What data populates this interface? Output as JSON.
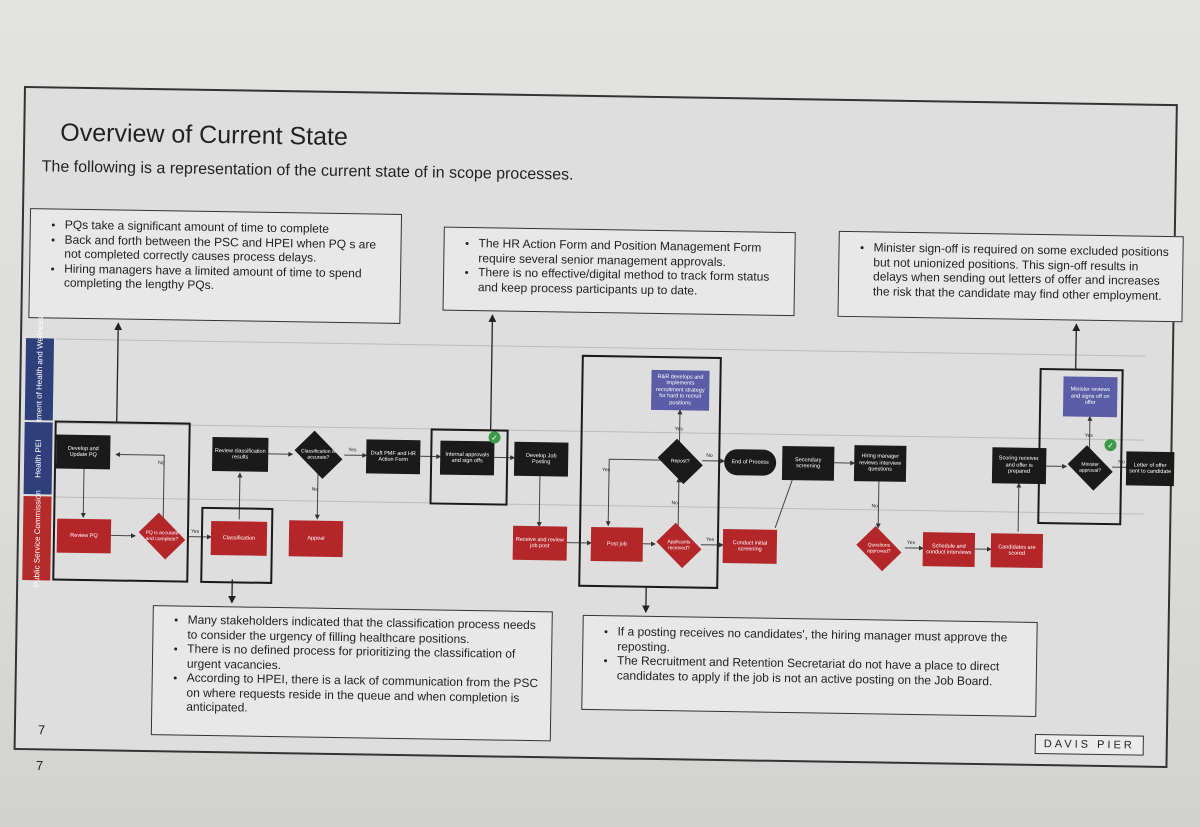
{
  "title": "Overview of Current State",
  "subtitle": "The following is a representation of the current state of in scope processes.",
  "callouts": {
    "top_left": [
      "PQs take a significant amount of time to complete",
      "Back and forth between the PSC and HPEI when PQ s are not completed correctly causes process delays.",
      "Hiring managers have a limited amount of time to spend completing the lengthy PQs."
    ],
    "top_middle": [
      "The HR Action Form and Position Management Form require several senior management approvals.",
      "There is no effective/digital method to track form status and keep process participants up to date."
    ],
    "top_right": [
      "Minister sign-off is required on some excluded positions but not unionized positions. This sign-off results in delays when sending out letters of offer and increases the risk that the candidate may find other employment."
    ],
    "bottom_left": [
      "Many stakeholders indicated that the classification process needs to consider the urgency of filling healthcare positions.",
      "There is no defined process for prioritizing the classification of urgent vacancies.",
      "According to HPEI, there is a lack of communication from the PSC on where requests reside in the queue and when completion is anticipated."
    ],
    "bottom_right": [
      "If a posting receives no candidates', the hiring manager must approve the reposting.",
      "The Recruitment and Retention Secretariat do not have a place to direct candidates to apply if the job is not an active posting on the Job Board."
    ]
  },
  "lanes": {
    "dhw": "Department of Health and Wellness",
    "hpei": "Health PEI",
    "psc": "Public Service Commission"
  },
  "nodes": {
    "develop_pq": "Develop and Update PQ",
    "review_pq": "Review PQ",
    "pq_accurate": "PQ is accurate and complete?",
    "review_class": "Review classification results",
    "classification": "Classification",
    "class_accurate": "Classification is accurate?",
    "appeal": "Appeal",
    "draft_pmf": "Draft PMF and HR Action Form",
    "internal_approvals": "Internal approvals and sign offs",
    "develop_posting": "Develop Job Posting",
    "receive_posting": "Receive and review job post",
    "rrs_develop": "R&R develops and implements recruitment strategy for hard to recruit positions",
    "repost": "Repost?",
    "post_job": "Post job",
    "applicants_received": "Applicants received?",
    "end_process": "End of Process",
    "conduct_screening": "Conduct initial screening",
    "secondary_screening": "Secondary screening",
    "hiring_manager_interview": "Hiring manager reviews interview questions",
    "questions_approved": "Questions approved?",
    "schedule_interviews": "Schedule and conduct interviews",
    "scoring_received": "Scoring received and offer is prepared",
    "candidates_scored": "Candidates are scored",
    "minister_reviews": "Minister reviews and signs off on offer",
    "minister_approval": "Minister approval?",
    "letter_offer": "Letter of offer sent to candidate"
  },
  "labels": {
    "yes": "Yes",
    "no": "No"
  },
  "logo": "DAVIS PIER",
  "page_number": "7",
  "colors": {
    "black_node": "#1a1a1a",
    "red_node": "#b3262a",
    "purple_node": "#5b5ea6",
    "lane_blue": "#2e3f7a",
    "lane_red": "#b52a2a",
    "check_green": "#3a9a4a"
  }
}
